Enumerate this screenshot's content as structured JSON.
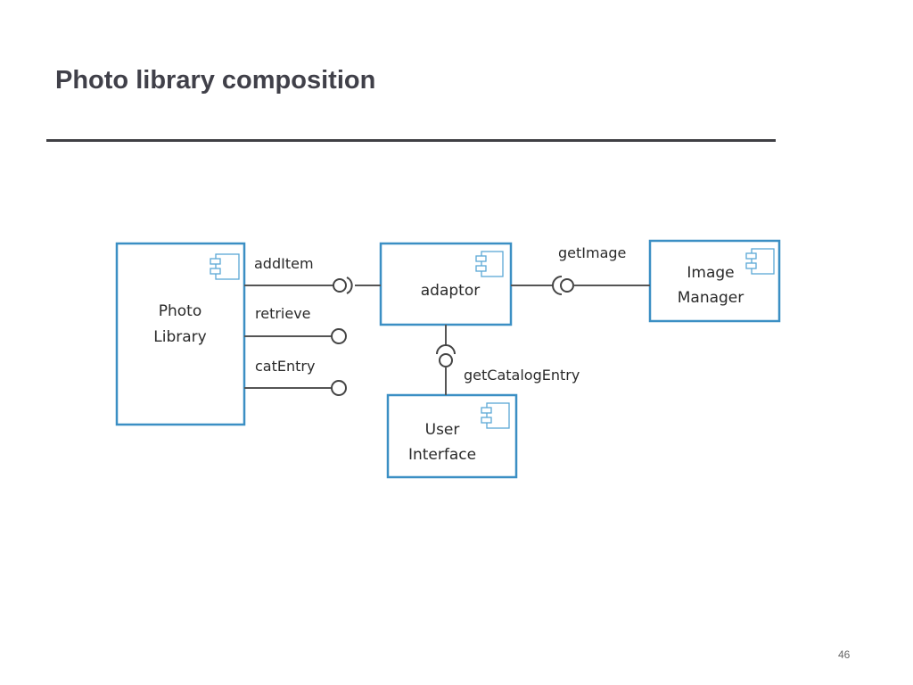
{
  "slide": {
    "title": "Photo library composition",
    "page_number": "46"
  },
  "diagram": {
    "components": {
      "photo_library": {
        "line1": "Photo",
        "line2": "Library"
      },
      "adaptor": {
        "label": "adaptor"
      },
      "image_manager": {
        "line1": "Image",
        "line2": "Manager"
      },
      "user_interface": {
        "line1": "User",
        "line2": "Interface"
      }
    },
    "interfaces": {
      "add_item": "addItem",
      "retrieve": "retrieve",
      "cat_entry": "catEntry",
      "get_image": "getImage",
      "get_catalog_entry": "getCatalogEntry"
    },
    "colors": {
      "component_border": "#3b8fc4",
      "title_text": "#404049",
      "rule": "#3f3f44"
    }
  }
}
